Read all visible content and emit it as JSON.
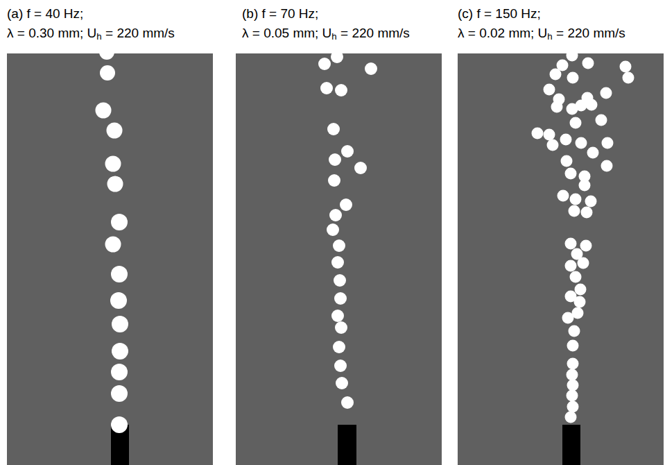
{
  "diagram": {
    "labels": [
      "(a) f = 40 Hz;",
      "λ = 0.30 mm; Uh = 220 mm/s",
      "(b) f = 70 Hz;",
      "λ = 0.05 mm; Uh = 220 mm/s",
      "(c) f = 150 Hz;",
      "λ = 0.02 mm; Uh = 220 mm/s"
    ]
  }
}
